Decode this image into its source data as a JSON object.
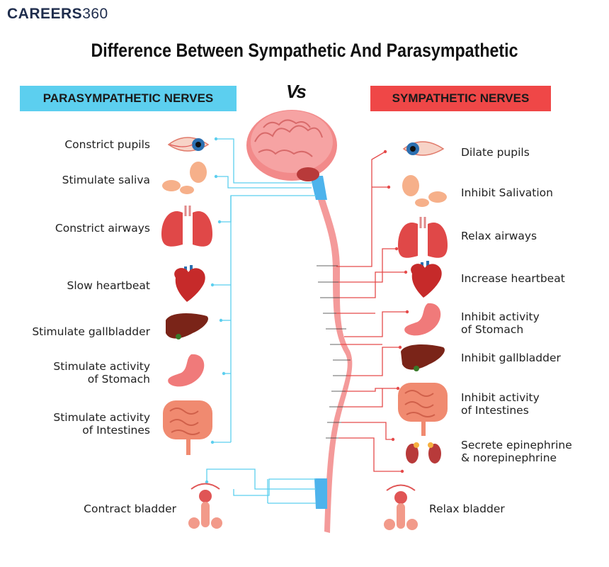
{
  "brand": {
    "logo_word": "CAREERS",
    "logo_num": "360"
  },
  "title": "Difference Between Sympathetic And Parasympathetic",
  "vs_label": "Vs",
  "parasympathetic": {
    "header": "PARASYMPATHETIC NERVES",
    "color": "#5ccfef",
    "items": [
      {
        "label": "Constrict pupils",
        "icon": "eye-icon"
      },
      {
        "label": "Stimulate saliva",
        "icon": "salivary-gland-icon"
      },
      {
        "label": "Constrict airways",
        "icon": "lungs-icon"
      },
      {
        "label": "Slow heartbeat",
        "icon": "heart-icon"
      },
      {
        "label": "Stimulate gallbladder",
        "icon": "liver-icon"
      },
      {
        "label": "Stimulate activity of Stomach",
        "line1": "Stimulate activity",
        "line2": "of Stomach",
        "icon": "stomach-icon"
      },
      {
        "label": "Stimulate activity of Intestines",
        "line1": "Stimulate activity",
        "line2": "of Intestines",
        "icon": "intestines-icon"
      },
      {
        "label": "Contract bladder",
        "icon": "bladder-icon"
      }
    ]
  },
  "sympathetic": {
    "header": "SYMPATHETIC NERVES",
    "color": "#ef4747",
    "items": [
      {
        "label": "Dilate pupils",
        "icon": "eye-icon"
      },
      {
        "label": "Inhibit Salivation",
        "icon": "salivary-gland-icon"
      },
      {
        "label": "Relax airways",
        "icon": "lungs-icon"
      },
      {
        "label": "Increase heartbeat",
        "icon": "heart-icon"
      },
      {
        "label": "Inhibit activity of Stomach",
        "line1": "Inhibit activity",
        "line2": "of Stomach",
        "icon": "stomach-icon"
      },
      {
        "label": "Inhibit gallbladder",
        "icon": "liver-icon"
      },
      {
        "label": "Inhibit activity of Intestines",
        "line1": "Inhibit activity",
        "line2": "of Intestines",
        "icon": "intestines-icon"
      },
      {
        "label": "Secrete epinephrine & norepinephrine",
        "line1": "Secrete epinephrine",
        "line2": "& norepinephrine",
        "icon": "kidney-icon"
      },
      {
        "label": "Relax bladder",
        "icon": "bladder-icon"
      }
    ]
  },
  "center": {
    "icon": "brain-icon",
    "spine": "spinal-cord"
  }
}
